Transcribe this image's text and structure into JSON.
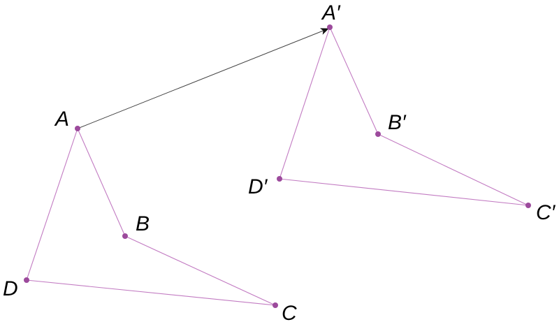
{
  "colors": {
    "polygon_stroke": "#c27bc2",
    "vertex_fill": "#9c4a9c",
    "translation_arrow": "#444444",
    "label_text": "#000000"
  },
  "original_quadrilateral": {
    "labels": {
      "A": "A",
      "B": "B",
      "C": "C",
      "D": "D"
    }
  },
  "image_quadrilateral": {
    "labels": {
      "A_prime": "A′",
      "B_prime": "B′",
      "C_prime": "C′",
      "D_prime": "D′"
    }
  },
  "translation_vector": {
    "from": "A",
    "to": "A′"
  }
}
